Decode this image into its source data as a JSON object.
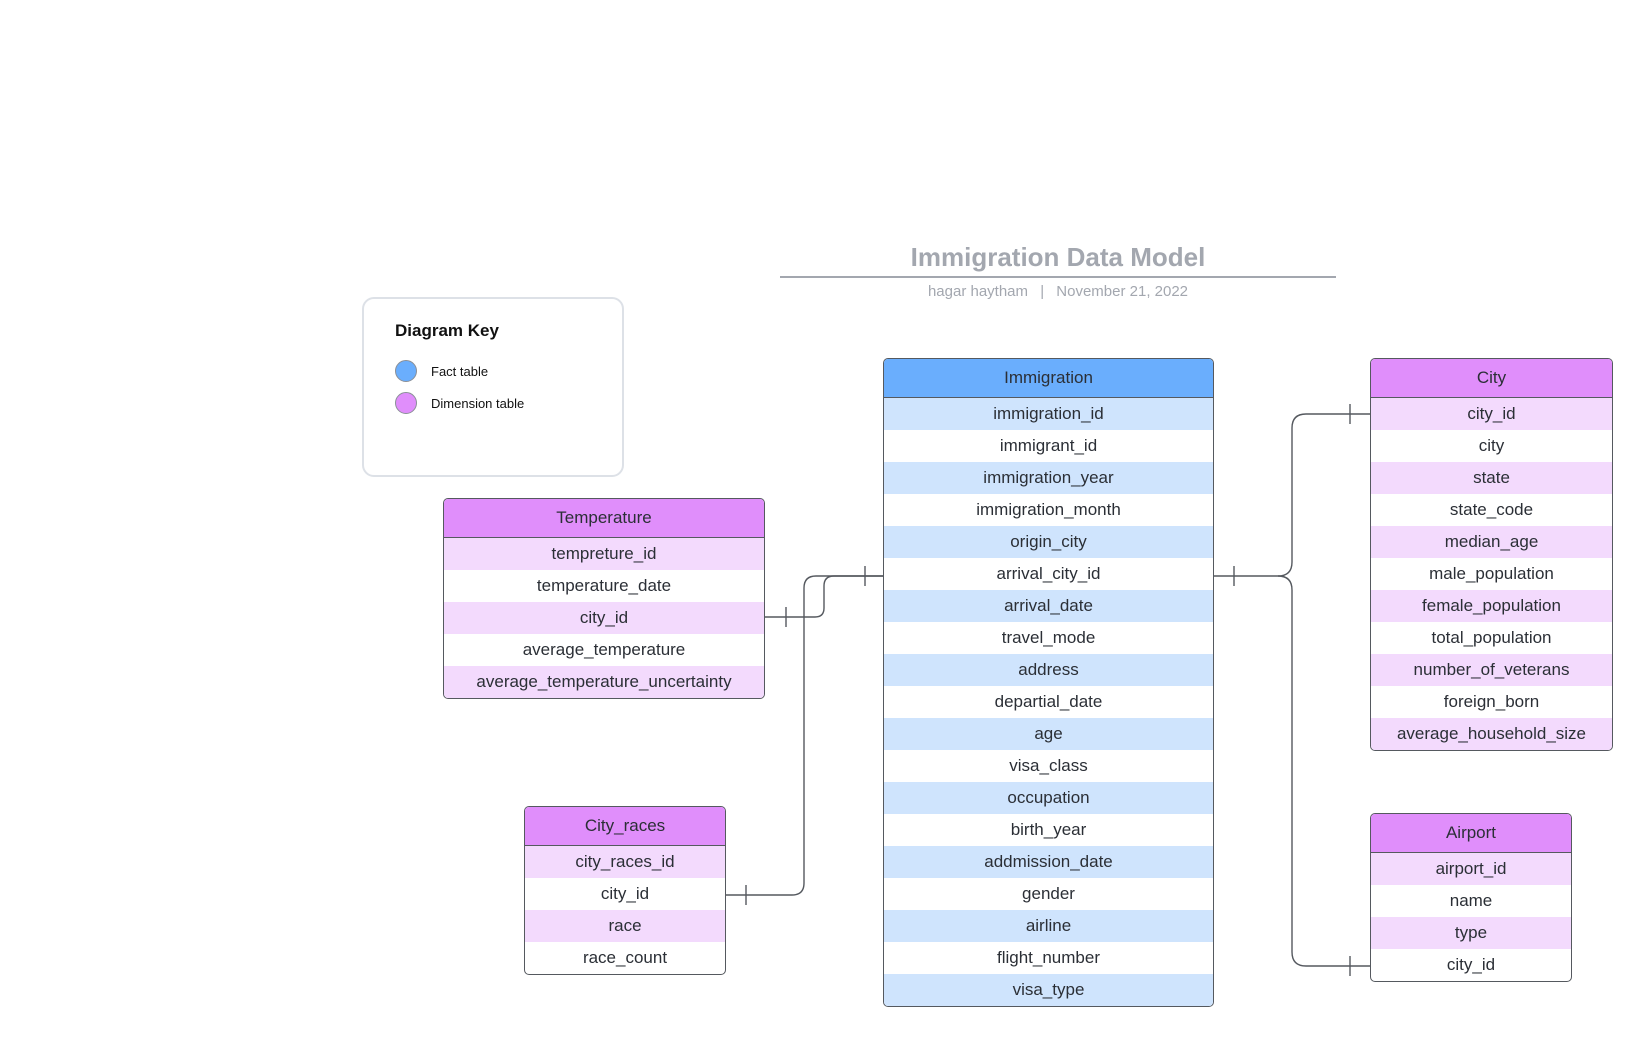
{
  "diagram": {
    "title": "Immigration Data Model",
    "author": "hagar haytham",
    "separator": "|",
    "date": "November 21, 2022"
  },
  "key": {
    "title": "Diagram Key",
    "items": [
      {
        "label": "Fact table",
        "color": "#6aaefd"
      },
      {
        "label": "Dimension table",
        "color": "#e08efb"
      }
    ]
  },
  "tables": {
    "immigration": {
      "name": "Immigration",
      "kind": "fact",
      "fields": [
        "immigration_id",
        "immigrant_id",
        "immigration_year",
        "immigration_month",
        "origin_city",
        "arrival_city_id",
        "arrival_date",
        "travel_mode",
        "address",
        "departial_date",
        "age",
        "visa_class",
        "occupation",
        "birth_year",
        "addmission_date",
        "gender",
        "airline",
        "flight_number",
        "visa_type"
      ]
    },
    "temperature": {
      "name": "Temperature",
      "kind": "dimension",
      "fields": [
        "tempreture_id",
        "temperature_date",
        "city_id",
        "average_temperature",
        "average_temperature_uncertainty"
      ]
    },
    "city_races": {
      "name": "City_races",
      "kind": "dimension",
      "fields": [
        "city_races_id",
        "city_id",
        "race",
        "race_count"
      ]
    },
    "city": {
      "name": "City",
      "kind": "dimension",
      "fields": [
        "city_id",
        "city",
        "state",
        "state_code",
        "median_age",
        "male_population",
        "female_population",
        "total_population",
        "number_of_veterans",
        "foreign_born",
        "average_household_size"
      ]
    },
    "airport": {
      "name": "Airport",
      "kind": "dimension",
      "fields": [
        "airport_id",
        "name",
        "type",
        "city_id"
      ]
    }
  },
  "colors": {
    "fact_header": "#6aaefd",
    "fact_stripe": "#cfe4fd",
    "dimension_header": "#e08efb",
    "dimension_stripe": "#f3dafd",
    "connector": "#55595f"
  }
}
